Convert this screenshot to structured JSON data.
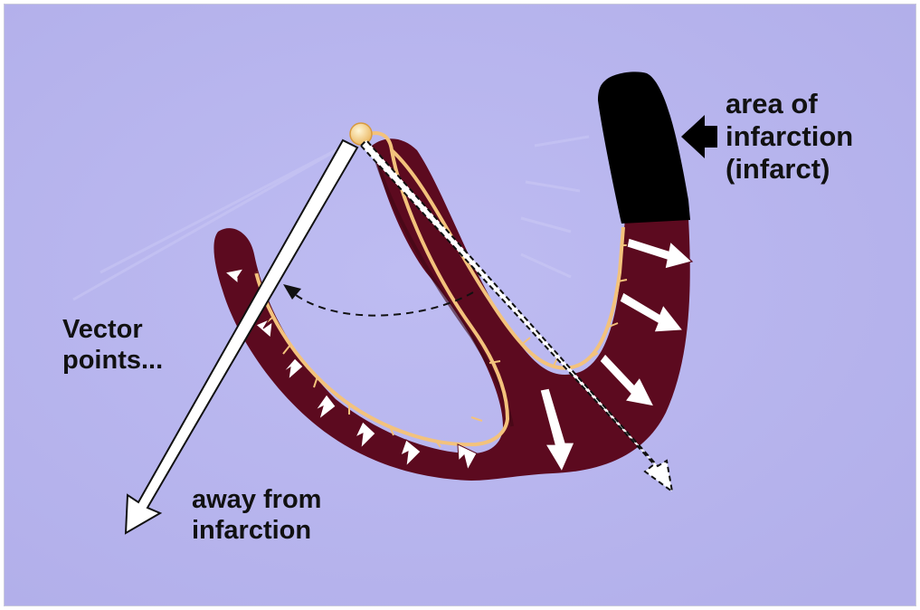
{
  "colors": {
    "background": "#b7b4ee",
    "myocardium": "#5c0a1f",
    "infarct": "#000000",
    "conduction_fibers": "#f3c27c",
    "vector_arrow": "#ffffff"
  },
  "labels": {
    "infarct": [
      "area of",
      "infarction",
      "(infarct)"
    ],
    "vector": [
      "Vector",
      "points..."
    ],
    "away": [
      "away from",
      "infarction"
    ]
  },
  "icons": {
    "pointer": "black-arrow-icon",
    "sa_node": "sa-node-icon"
  }
}
